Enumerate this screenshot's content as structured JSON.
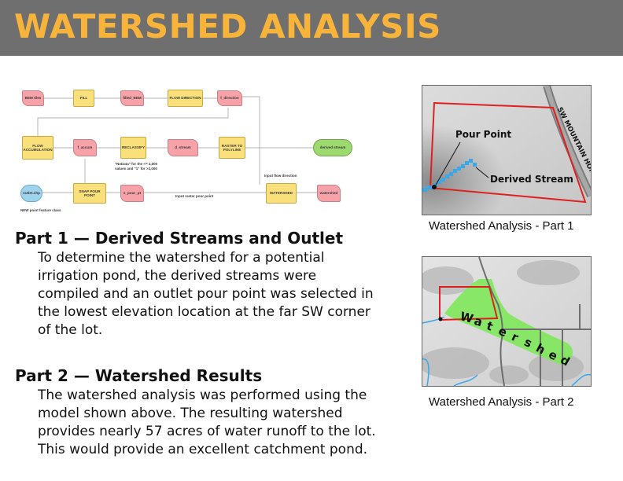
{
  "header": {
    "title": "WATERSHED ANALYSIS"
  },
  "flowchart": {
    "nodes": {
      "dem": "BEM tiles",
      "fill": "FILL",
      "filled_dem": "filled_BEM",
      "flow_direction": "FLOW DIRECTION",
      "f_direction": "f_direction",
      "flow_accumulation": "FLOW ACCUMULATION",
      "f_accum": "f_accum",
      "reclassify": "RECLASSIFY",
      "d_stream": "d_stream",
      "raster_to_polyline": "RASTER TO POLYLINE",
      "derived_stream": "derived stream",
      "outlet": "outlet.shp",
      "snap_pour_point": "SNAP POUR POINT",
      "s_pour_pt": "s_pour_pt",
      "watershed": "WATERSHED",
      "watershed_out": "watershed"
    },
    "notes": {
      "reclass_note": "\"NoData\" for the <= 2,000 values and \"1\" for >2,000",
      "input_flow_direction": "Input flow direction",
      "input_raster": "Input raster pour point",
      "new_point": "NEW point feature class"
    }
  },
  "part1": {
    "heading": "Part 1 — Derived Streams and Outlet",
    "body": "To determine the watershed for a potential irrigation pond, the derived streams were compiled and an outlet pour point was selected in the lowest elevation location at the far SW corner of the lot."
  },
  "part2": {
    "heading": "Part 2 — Watershed Results",
    "body": "The watershed analysis was performed using the model shown above. The resulting watershed provides nearly 57 acres of water runoff to the lot. This would provide an excellent catchment pond."
  },
  "map1": {
    "pour_point_label": "Pour Point",
    "derived_stream_label": "Derived Stream",
    "road_label": "SW MOUNTAIN HOME RD",
    "caption": "Watershed Analysis - Part 1"
  },
  "map2": {
    "watershed_letters": [
      "W",
      "a",
      "t",
      "e",
      "r",
      "s",
      "h",
      "e",
      "d"
    ],
    "caption": "Watershed Analysis - Part 2"
  },
  "colors": {
    "title": "#f8b43a",
    "header_bg": "#6f6f6f",
    "lot_boundary": "#e02020",
    "stream": "#3aa8e8",
    "watershed": "#7ee85a"
  }
}
